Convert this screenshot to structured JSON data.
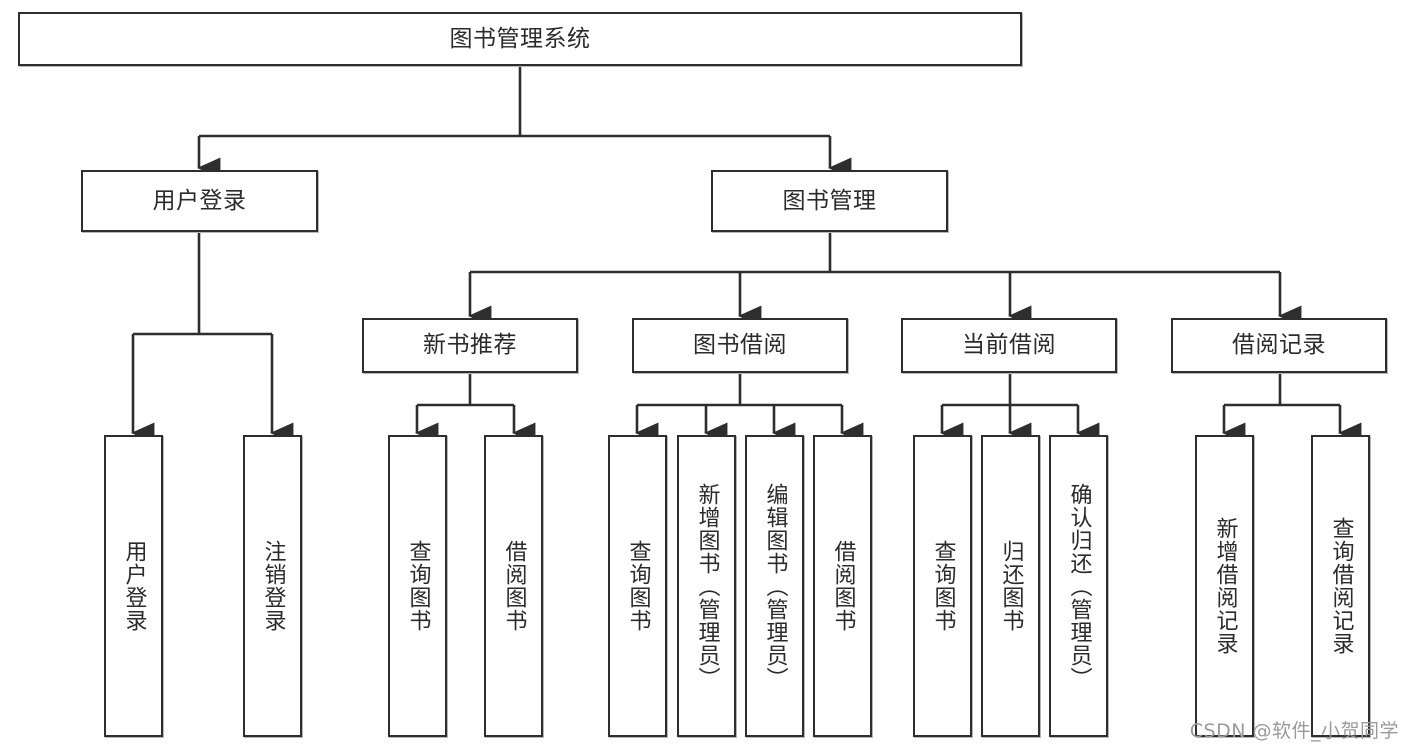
{
  "diagram": {
    "title": "图书管理系统",
    "type": "function-hierarchy-chart",
    "root": {
      "label": "图书管理系统"
    },
    "level2": [
      {
        "label": "用户登录"
      },
      {
        "label": "图书管理"
      }
    ],
    "level3": [
      {
        "label": "新书推荐"
      },
      {
        "label": "图书借阅"
      },
      {
        "label": "当前借阅"
      },
      {
        "label": "借阅记录"
      }
    ],
    "leaves": {
      "user_login": [
        {
          "label": "用户登录"
        },
        {
          "label": "注销登录"
        }
      ],
      "new_book_recommend": [
        {
          "label": "查询图书"
        },
        {
          "label": "借阅图书"
        }
      ],
      "book_borrow": [
        {
          "label": "查询图书"
        },
        {
          "label": "新增图书（管理员）"
        },
        {
          "label": "编辑图书（管理员）"
        },
        {
          "label": "借阅图书"
        }
      ],
      "current_borrow": [
        {
          "label": "查询图书"
        },
        {
          "label": "归还图书"
        },
        {
          "label": "确认归还（管理员）"
        }
      ],
      "borrow_record": [
        {
          "label": "新增借阅记录"
        },
        {
          "label": "查询借阅记录"
        }
      ]
    }
  },
  "watermark": {
    "text": "CSDN @软件_小贺同学"
  },
  "colors": {
    "border": "#2e2e2e",
    "background": "#ffffff",
    "text": "#2b2b2b",
    "watermark": "#9a9a9a"
  }
}
